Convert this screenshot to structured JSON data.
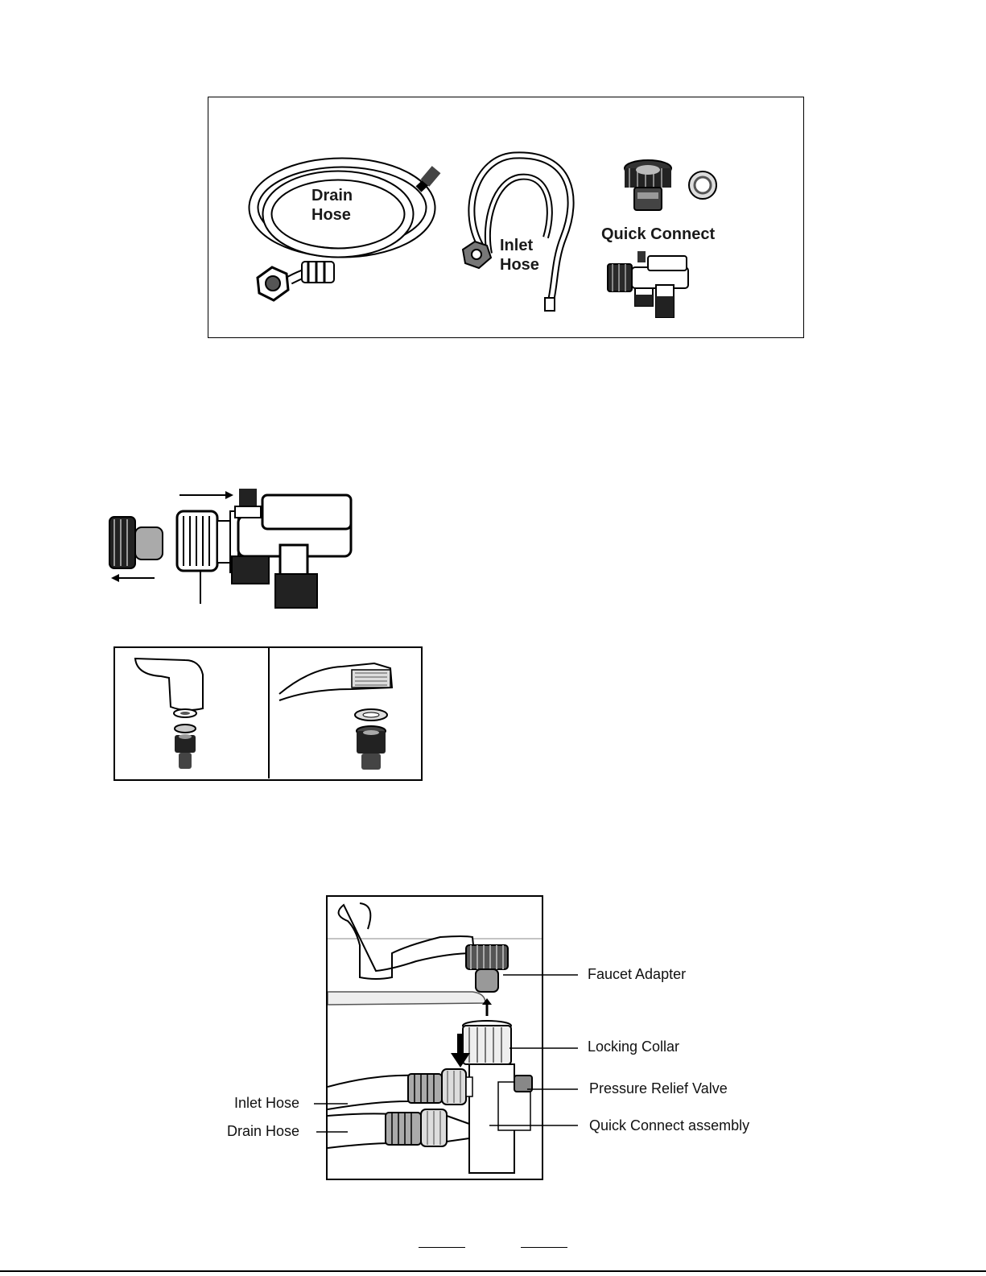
{
  "figure1": {
    "drain_hose_label": [
      "Drain",
      "Hose"
    ],
    "inlet_hose_label": [
      "Inlet",
      "Hose"
    ],
    "quick_connect_label": "Quick Connect"
  },
  "figure3": {
    "callouts": {
      "faucet_adapter": "Faucet Adapter",
      "locking_collar": "Locking Collar",
      "pressure_relief_valve": "Pressure Relief Valve",
      "quick_connect_assembly": "Quick Connect assembly",
      "inlet_hose": "Inlet Hose",
      "drain_hose": "Drain Hose"
    }
  },
  "colors": {
    "line": "#000000",
    "fill_dark": "#1c1c1c",
    "fill_mid": "#9a9a9a",
    "fill_light": "#e6e6e6"
  }
}
